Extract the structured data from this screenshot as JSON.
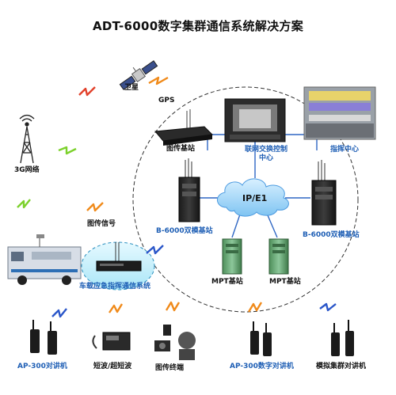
{
  "title": "ADT-6000数字集群通信系统解决方案",
  "labels": {
    "satellite": "卫星",
    "gps": "GPS",
    "image_base": "图传基站",
    "network_3g": "3G网络",
    "switch_control": "联网交换控制中心",
    "switch_control_l1": "联网交换控制",
    "switch_control_l2": "中心",
    "command_center": "指挥中心",
    "ip_e1": "IP/E1",
    "image_signal": "图传信号",
    "bs_left": "B-6000双模基站",
    "bs_right": "B-6000双模基站",
    "mpt1": "MPT基站",
    "mpt2": "MPT基站",
    "vehicle": "车载应急指挥通信系统",
    "ap300": "AP-300对讲机",
    "shortwave": "短波/超短波",
    "image_terminal": "图传终端",
    "ap300_digital": "AP-300数字对讲机",
    "analog": "模拟集群对讲机"
  },
  "colors": {
    "dark_text": "#111111",
    "blue_text": "#1f5fb5",
    "signal_orange": "#f08a1a",
    "signal_green": "#7cd12c",
    "signal_blue": "#2a56c9",
    "signal_red": "#e2412b",
    "cloud_blue": "#7fc4f2",
    "network_line": "#2f67c4"
  }
}
